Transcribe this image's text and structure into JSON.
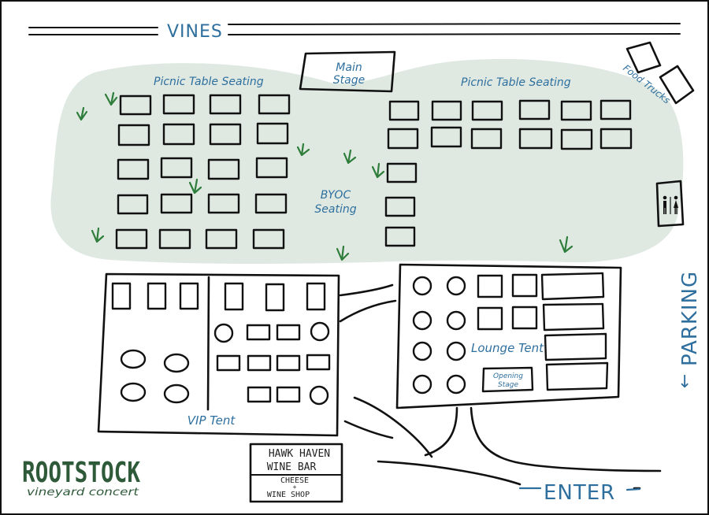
{
  "map": {
    "vines_label": "VINES",
    "main_stage": {
      "line1": "Main",
      "line2": "Stage"
    },
    "picnic_left_label": "Picnic Table Seating",
    "picnic_right_label": "Picnic Table Seating",
    "byoc": {
      "line1": "BYOC",
      "line2": "Seating"
    },
    "food_trucks_label": "Food Trucks",
    "restroom_symbol": "🚻",
    "parking_label": "PARKING",
    "parking_arrow": "↓",
    "vip_tent_label": "VIP Tent",
    "lounge_tent_label": "Lounge Tent",
    "opening_stage": {
      "line1": "Opening",
      "line2": "Stage"
    },
    "wine_bar": {
      "line1": "HAWK HAVEN",
      "line2": "WINE BAR"
    },
    "cheese_shop": {
      "line1": "CHEESE",
      "line2": "+",
      "line3": "WINE SHOP"
    },
    "enter_label": "ENTER",
    "logo": {
      "title": "ROOTSTOCK",
      "subtitle": "vineyard concert"
    }
  },
  "colors": {
    "lawn": "#dfe9e2",
    "ink": "#111111",
    "label_blue": "#2e6f9e",
    "grass_green": "#2e7d3a",
    "logo_green": "#2f5a3a"
  }
}
